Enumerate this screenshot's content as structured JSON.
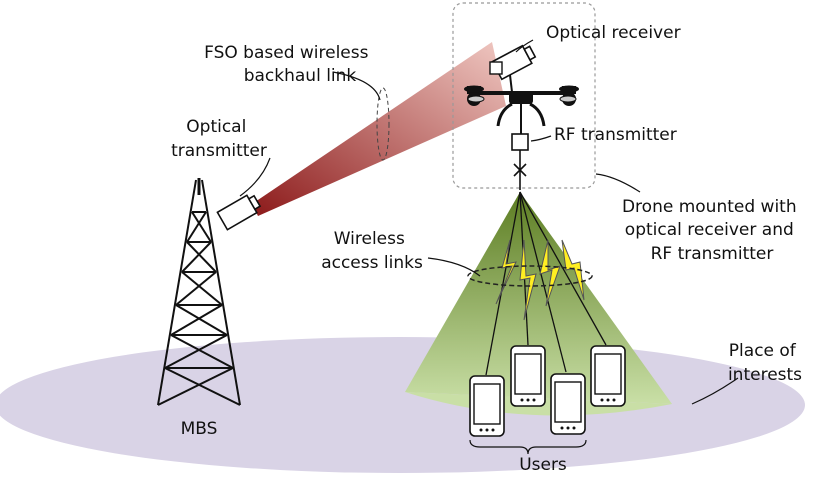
{
  "labels": {
    "fso_link": [
      "FSO based wireless",
      "backhaul link"
    ],
    "optical_receiver": "Optical receiver",
    "optical_transmitter": [
      "Optical",
      "transmitter"
    ],
    "rf_transmitter": "RF transmitter",
    "drone_mounted": [
      "Drone mounted with",
      "optical receiver and",
      "RF transmitter"
    ],
    "wireless_access": [
      "Wireless",
      "access links"
    ],
    "place_of_interests": [
      "Place of",
      "interests"
    ],
    "mbs": "MBS",
    "users": "Users"
  },
  "colors": {
    "ground": "#d9d3e6",
    "cone_top": "#5c7d22",
    "cone_bottom": "#c9dfa6",
    "beam_near": "#8c1a1a",
    "beam_far": "#f0c8c2",
    "lightning": "#ffee22",
    "dashed_box": "#999999"
  },
  "icons": {
    "tower": "lattice-tower-icon",
    "drone": "quadcopter-drone-icon",
    "optical": "optical-device-icon",
    "antenna": "rf-antenna-icon",
    "phone": "smartphone-icon",
    "lightning": "lightning-bolt-icon"
  }
}
